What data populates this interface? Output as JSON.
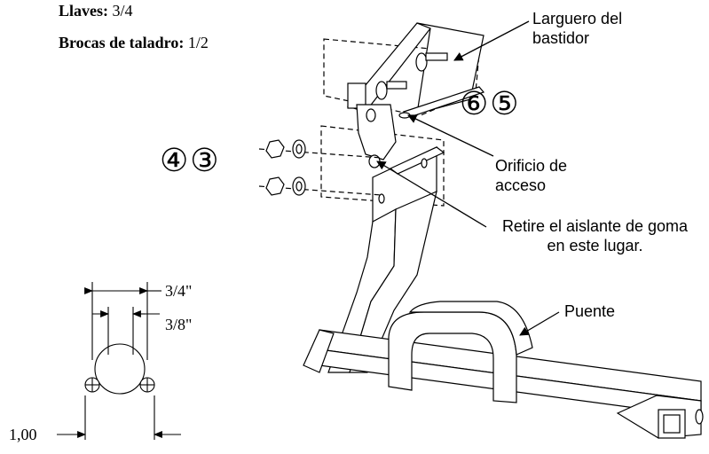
{
  "tools": {
    "wrench_label": "Llaves:",
    "wrench_value": "3/4",
    "drill_label": "Brocas de taladro:",
    "drill_value": "1/2"
  },
  "callouts": {
    "frame_rail_line1": "Larguero del",
    "frame_rail_line2": "bastidor",
    "access_hole_line1": "Orificio de",
    "access_hole_line2": "acceso",
    "rubber_line1": "Retire el aislante de goma",
    "rubber_line2": "en este lugar.",
    "bridge": "Puente"
  },
  "steps": {
    "upper": "⑥⑤",
    "lower": "④③"
  },
  "dimensions": {
    "outer": "3/4\"",
    "inner": "3/8\"",
    "bottom": "1,00"
  }
}
